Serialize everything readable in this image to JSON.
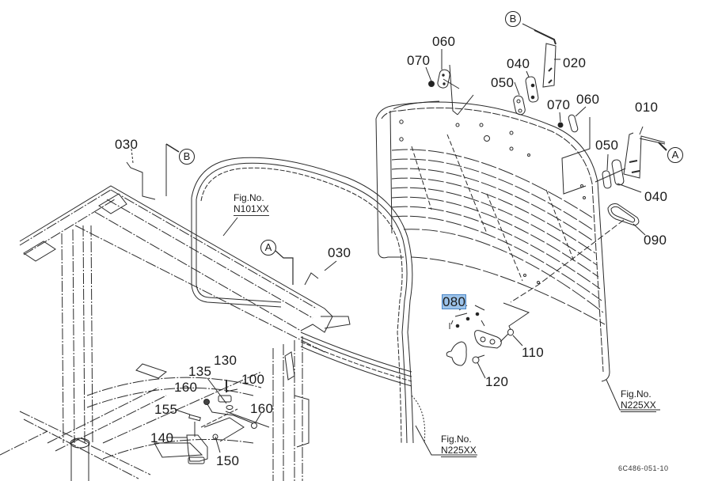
{
  "diagram": {
    "title_code": "6C486-051-10",
    "part_labels": [
      {
        "id": "p010",
        "text": "010"
      },
      {
        "id": "p020",
        "text": "020"
      },
      {
        "id": "p030a",
        "text": "030"
      },
      {
        "id": "p030b",
        "text": "030"
      },
      {
        "id": "p040a",
        "text": "040"
      },
      {
        "id": "p040b",
        "text": "040"
      },
      {
        "id": "p050a",
        "text": "050"
      },
      {
        "id": "p050b",
        "text": "050"
      },
      {
        "id": "p060a",
        "text": "060"
      },
      {
        "id": "p060b",
        "text": "060"
      },
      {
        "id": "p070a",
        "text": "070"
      },
      {
        "id": "p070b",
        "text": "070"
      },
      {
        "id": "p080",
        "text": "080",
        "selected": true
      },
      {
        "id": "p090",
        "text": "090"
      },
      {
        "id": "p100",
        "text": "100"
      },
      {
        "id": "p110",
        "text": "110"
      },
      {
        "id": "p120",
        "text": "120"
      },
      {
        "id": "p130",
        "text": "130"
      },
      {
        "id": "p135",
        "text": "135"
      },
      {
        "id": "p140",
        "text": "140"
      },
      {
        "id": "p150",
        "text": "150"
      },
      {
        "id": "p155",
        "text": "155"
      },
      {
        "id": "p160a",
        "text": "160"
      },
      {
        "id": "p160b",
        "text": "160"
      }
    ],
    "reference_markers": [
      {
        "id": "refB_top",
        "text": "B"
      },
      {
        "id": "refB_left",
        "text": "B"
      },
      {
        "id": "refA_right",
        "text": "A"
      },
      {
        "id": "refA_mid",
        "text": "A"
      }
    ],
    "figure_refs": [
      {
        "id": "fig_n101",
        "caption": "Fig.No.",
        "number": "N101XX"
      },
      {
        "id": "fig_n225_mid",
        "caption": "Fig.No.",
        "number": "N225XX"
      },
      {
        "id": "fig_n225_right",
        "caption": "Fig.No.",
        "number": "N225XX"
      }
    ],
    "colors": {
      "line": "#222222",
      "selection_fill": "#9cc3ea",
      "selection_border": "#4a86c6"
    }
  }
}
